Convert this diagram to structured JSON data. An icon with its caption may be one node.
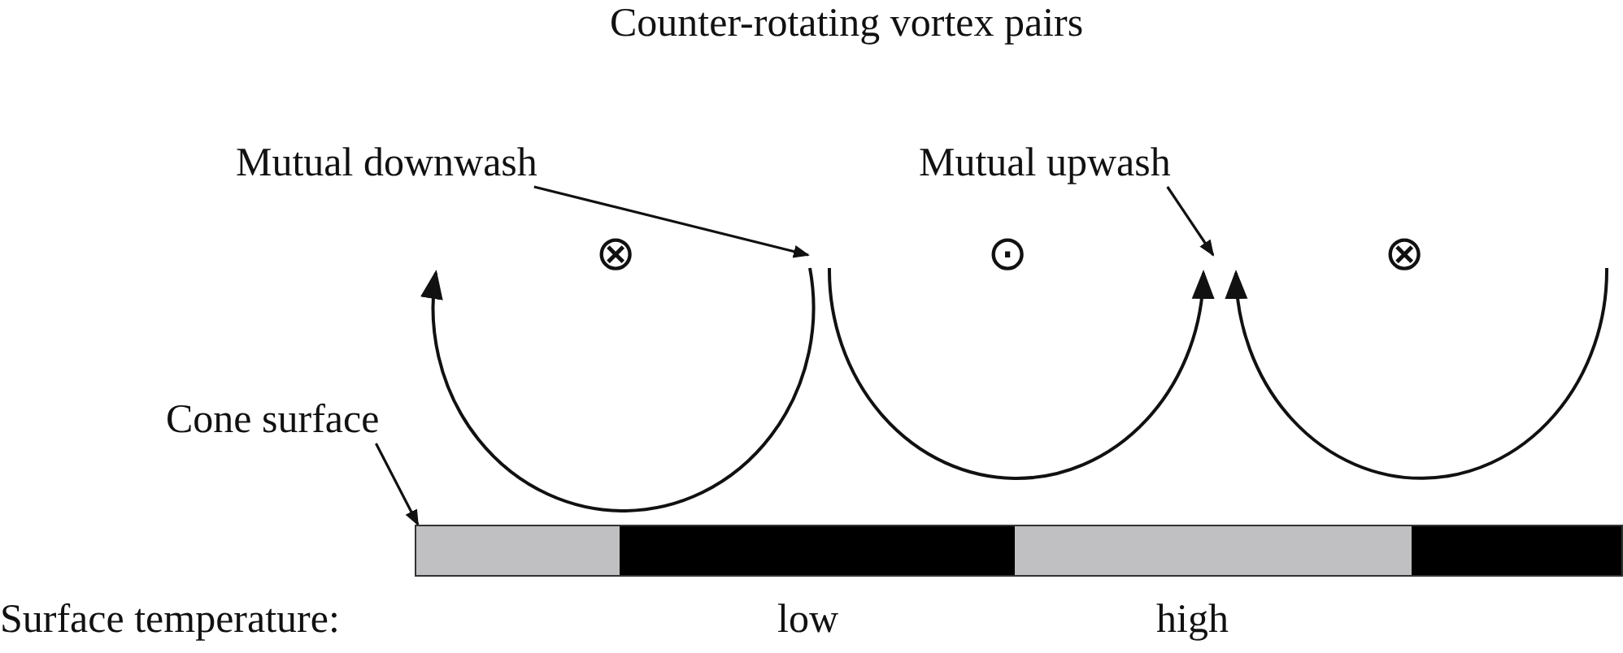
{
  "diagram": {
    "title": "Counter-rotating vortex pairs",
    "nodes": [
      {
        "text": [
          "Mutual downwash"
        ]
      },
      {
        "text": [
          "Mutual upwash"
        ]
      },
      {
        "text": [
          "Cone surface"
        ]
      },
      {
        "text": [],
        "shape": "bar"
      }
    ],
    "edges": [
      {
        "from": 0,
        "to": null,
        "arrow": "to"
      },
      {
        "from": 1,
        "to": null,
        "arrow": "to"
      },
      {
        "from": 2,
        "to": 3,
        "arrow": "to"
      }
    ],
    "labels": [
      "⊗",
      "⊙",
      "⊗",
      "Surface temperature:",
      "low",
      "high"
    ]
  }
}
